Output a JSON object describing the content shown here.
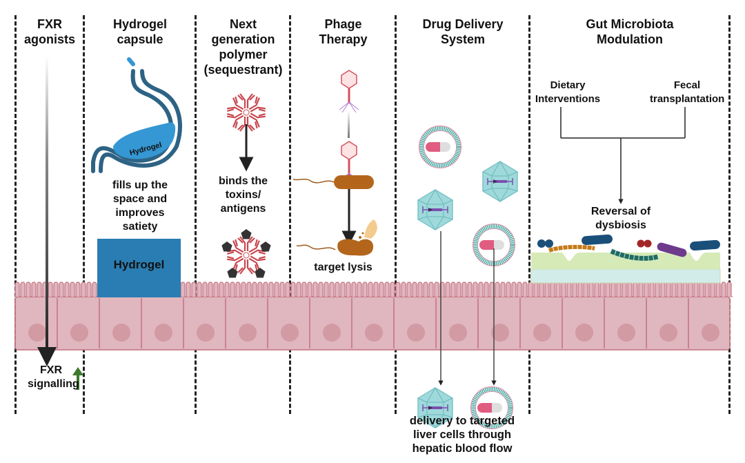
{
  "columns": [
    {
      "id": "fxr",
      "title": "FXR agonists",
      "title_lines": [
        "FXR",
        "agonists"
      ],
      "result_lines": [
        "FXR",
        "signalling"
      ],
      "result_indicator": "up-arrow-green"
    },
    {
      "id": "hydrogel",
      "title_lines": [
        "Hydrogel",
        "capsule"
      ],
      "stomach_label": "Hydrogel",
      "description_lines": [
        "fills up the",
        "space and",
        "improves",
        "satiety"
      ],
      "box_label": "Hydrogel"
    },
    {
      "id": "polymer",
      "title_lines": [
        "Next",
        "generation",
        "polymer",
        "(sequestrant)"
      ],
      "description_lines": [
        "binds the",
        "toxins/",
        "antigens"
      ]
    },
    {
      "id": "phage",
      "title_lines": [
        "Phage",
        "Therapy"
      ],
      "result_label": "target lysis"
    },
    {
      "id": "drug-delivery",
      "title_lines": [
        "Drug Delivery",
        "System"
      ],
      "result_lines": [
        "delivery to targeted",
        "liver cells through",
        "hepatic blood flow"
      ]
    },
    {
      "id": "microbiota",
      "title_lines": [
        "Gut Microbiota",
        "Modulation"
      ],
      "inputs": [
        {
          "lines": [
            "Dietary",
            "Interventions"
          ]
        },
        {
          "lines": [
            "Fecal",
            "transplantation"
          ]
        }
      ],
      "result_lines": [
        "Reversal of",
        "dysbiosis"
      ]
    }
  ],
  "colors": {
    "epithelium_fill": "#e0b6bf",
    "epithelium_stroke": "#c2717f",
    "nucleus": "#d29aa3",
    "hydrogel_blue": "#2a7db2",
    "stomach_stroke": "#2d6384",
    "stomach_fill": "#3597d3",
    "antibody_red": "#c9474f",
    "toxin_dark": "#333333",
    "phage_pink": "#d4505c",
    "bacterium_brown": "#b3661b",
    "capsid_teal": "#9fd9db",
    "mucus_green": "#d6eab8",
    "mucus_blue": "#d2ecea",
    "up_arrow_green": "#3d7a2a"
  }
}
